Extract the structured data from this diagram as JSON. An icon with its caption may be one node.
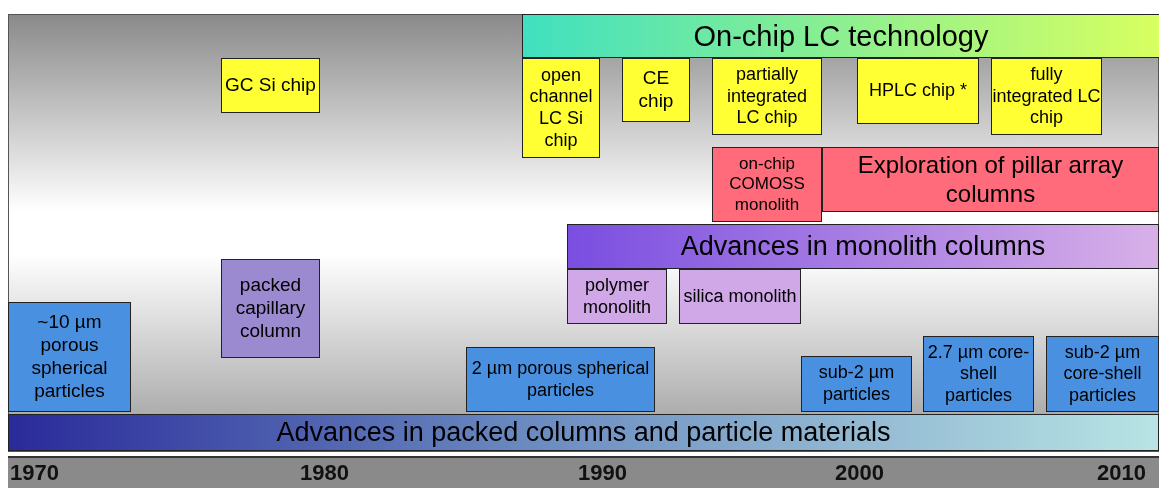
{
  "diagram": {
    "nodes": [
      {
        "text": [
          "On-chip LC technology"
        ]
      },
      {
        "text": [
          "GC Si chip"
        ]
      },
      {
        "text": [
          "open channel LC Si chip"
        ]
      },
      {
        "text": [
          "CE chip"
        ]
      },
      {
        "text": [
          "partially integrated LC chip"
        ]
      },
      {
        "text": [
          "HPLC chip *"
        ]
      },
      {
        "text": [
          "fully integrated LC chip"
        ]
      },
      {
        "text": [
          "on-chip COMOSS monolith"
        ]
      },
      {
        "text": [
          "Exploration of pillar array columns"
        ]
      },
      {
        "text": [
          "Advances in monolith columns"
        ]
      },
      {
        "text": [
          "polymer monolith"
        ]
      },
      {
        "text": [
          "silica monolith"
        ]
      },
      {
        "text": [
          "packed capillary column"
        ]
      },
      {
        "text": [
          "~10 µm porous spherical particles"
        ]
      },
      {
        "text": [
          "2 µm porous spherical particles"
        ]
      },
      {
        "text": [
          "sub-2 µm particles"
        ]
      },
      {
        "text": [
          "2.7 µm core-shell particles"
        ]
      },
      {
        "text": [
          "sub-2 µm core-shell particles"
        ]
      },
      {
        "text": [
          "Advances in packed columns and particle materials"
        ]
      }
    ],
    "edges": [],
    "labels": [
      "1970",
      "1980",
      "1990",
      "2000",
      "2010"
    ]
  }
}
